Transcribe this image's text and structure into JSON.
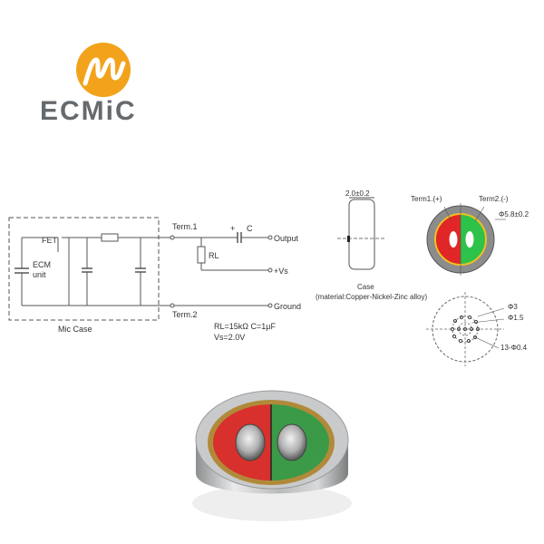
{
  "logo": {
    "glyph": "m",
    "text": "ECMiC",
    "circle_color": "#f2a31b",
    "text_color": "#666a6e"
  },
  "circuit": {
    "fet_label": "FET",
    "ecm_label_1": "ECM",
    "ecm_label_2": "unit",
    "mic_case_label": "Mic Case",
    "term1": "Term.1",
    "term2": "Term.2",
    "output": "Output",
    "vs": "+Vs",
    "ground": "Ground",
    "cap_plus": "+",
    "cap_label": "C",
    "rl_label": "RL",
    "params_line1": "RL=15kΩ   C=1μF",
    "params_line2": "Vs=2.0V"
  },
  "dimensions": {
    "thickness": "2.0±0.2",
    "term1_label": "Term1.(+)",
    "term2_label": "Term2.(-)",
    "diameter": "Φ5.8±0.2",
    "case_title": "Case",
    "case_material": "(material:Copper-Nickel-Zinc alloy)",
    "hole_phi3": "Φ3",
    "hole_phi15": "Φ1.5",
    "holes": "13-Φ0.4",
    "term1_color": "#e02626",
    "term2_color": "#2ec24a"
  },
  "product": {
    "left_color": "#d8302c",
    "right_color": "#3a9a48"
  }
}
